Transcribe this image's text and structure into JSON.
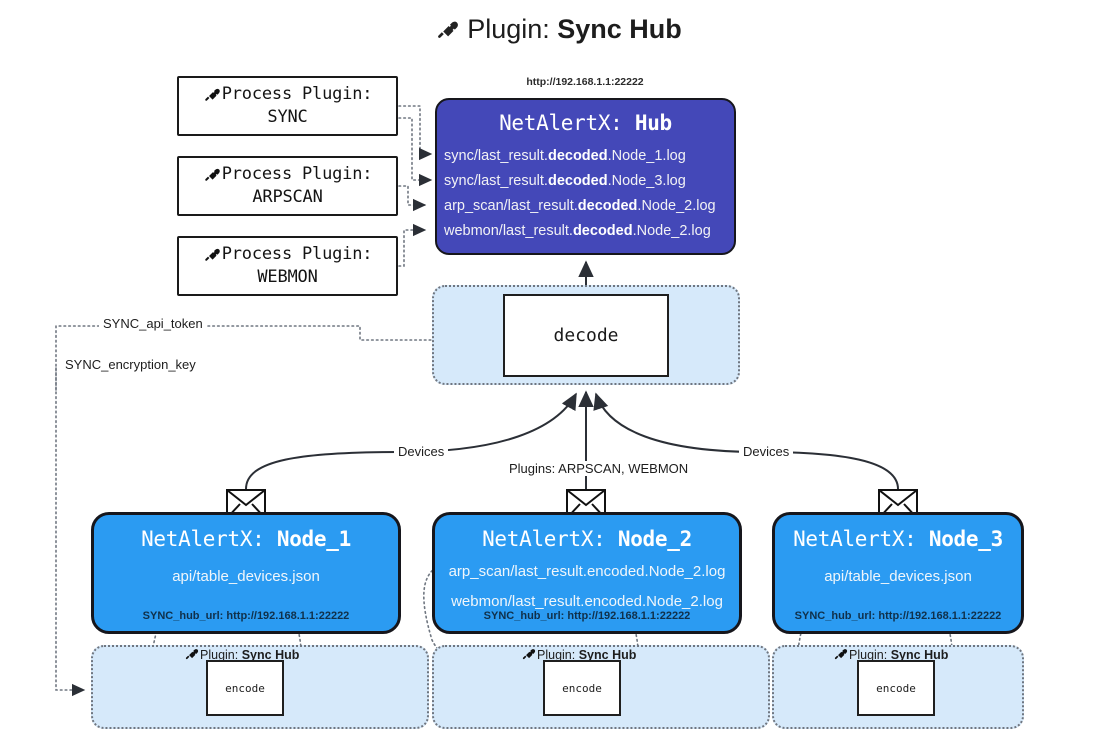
{
  "title": {
    "prefix": "Plugin:",
    "name": "Sync Hub",
    "icon": "plug-icon"
  },
  "process_plugins": [
    {
      "label": "Process Plugin:",
      "name": "SYNC",
      "icon": "plug-icon"
    },
    {
      "label": "Process Plugin:",
      "name": "ARPSCAN",
      "icon": "plug-icon"
    },
    {
      "label": "Process Plugin:",
      "name": "WEBMON",
      "icon": "plug-icon"
    }
  ],
  "hub": {
    "url": "http://192.168.1.1:22222",
    "title_prefix": "NetAlertX:",
    "title_name": "Hub",
    "logs": [
      {
        "pre": "sync/last_result.",
        "em": "decoded",
        "post": ".Node_1.log"
      },
      {
        "pre": "sync/last_result.",
        "em": "decoded",
        "post": ".Node_3.log"
      },
      {
        "pre": "arp_scan/last_result.",
        "em": "decoded",
        "post": ".Node_2.log"
      },
      {
        "pre": "webmon/last_result.",
        "em": "decoded",
        "post": ".Node_2.log"
      }
    ]
  },
  "decode": {
    "label": "decode"
  },
  "settings": {
    "api_token": "SYNC_api_token",
    "encryption_key": "SYNC_encryption_key"
  },
  "edge_labels": {
    "devices_left": "Devices",
    "devices_right": "Devices",
    "plugins_center": "Plugins: ARPSCAN, WEBMON"
  },
  "nodes": [
    {
      "title_prefix": "NetAlertX:",
      "title_name": "Node_1",
      "files": [
        "api/table_devices.json"
      ],
      "hub_url_label": "SYNC_hub_url: http://192.168.1.1:22222",
      "envelope_icon": "envelope-icon"
    },
    {
      "title_prefix": "NetAlertX:",
      "title_name": "Node_2",
      "files": [
        "arp_scan/last_result.encoded.Node_2.log",
        "webmon/last_result.encoded.Node_2.log"
      ],
      "hub_url_label": "SYNC_hub_url: http://192.168.1.1:22222",
      "envelope_icon": "envelope-icon"
    },
    {
      "title_prefix": "NetAlertX:",
      "title_name": "Node_3",
      "files": [
        "api/table_devices.json"
      ],
      "hub_url_label": "SYNC_hub_url: http://192.168.1.1:22222",
      "envelope_icon": "envelope-icon"
    }
  ],
  "encode_lanes": [
    {
      "plugin_prefix": "Plugin:",
      "plugin_name": "Sync Hub",
      "box_label": "encode",
      "icon": "plug-icon"
    },
    {
      "plugin_prefix": "Plugin:",
      "plugin_name": "Sync Hub",
      "box_label": "encode",
      "icon": "plug-icon"
    },
    {
      "plugin_prefix": "Plugin:",
      "plugin_name": "Sync Hub",
      "box_label": "encode",
      "icon": "plug-icon"
    }
  ],
  "colors": {
    "hub_fill": "#4448b8",
    "node_fill": "#2b9bf2",
    "lane_fill": "#d6e9fa",
    "stroke": "#16161c",
    "dotted_stroke": "#6f7680",
    "page_bg": "#ffffff"
  }
}
